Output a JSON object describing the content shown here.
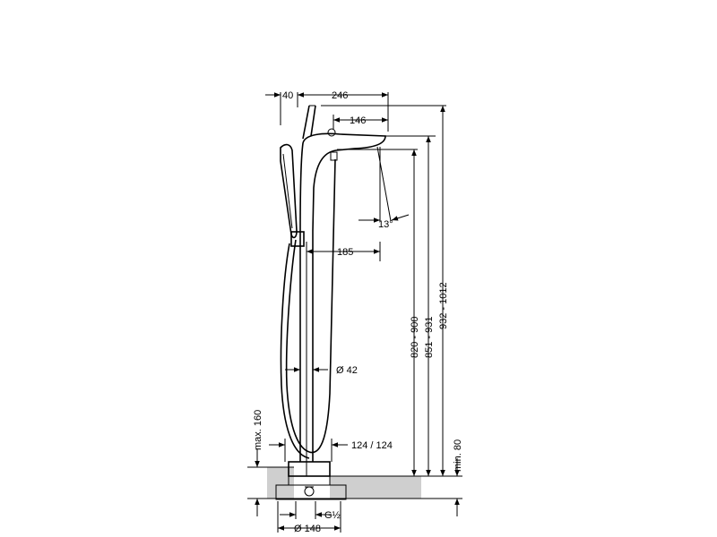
{
  "dimensions": {
    "d_40": "40",
    "d_246": "246",
    "d_146": "146",
    "d_13": "13°",
    "d_185": "185",
    "d_42": "Ø 42",
    "d_124": "124 / 124",
    "d_max160": "max. 160",
    "d_min80": "min. 80",
    "d_820": "820 - 900",
    "d_851": "851 - 931",
    "d_932": "932 - 1012",
    "d_g": "G½",
    "d_148": "Ø 148"
  }
}
